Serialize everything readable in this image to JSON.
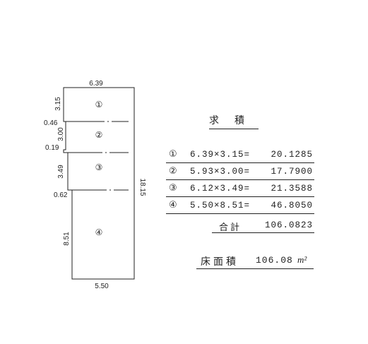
{
  "plan": {
    "dims": {
      "top_width": "6.39",
      "r1_height": "3.15",
      "r2_offset": "0.46",
      "r2_height": "3.00",
      "r3_offset": "0.19",
      "r3_height": "3.49",
      "r4_offset": "0.62",
      "r4_height": "8.51",
      "total_height": "18.15",
      "bottom_width": "5.50"
    },
    "rooms": [
      "①",
      "②",
      "③",
      "④"
    ]
  },
  "area": {
    "title": "求積",
    "rows": [
      {
        "circle": "①",
        "expr": "6.39×3.15=",
        "result": "20.1285"
      },
      {
        "circle": "②",
        "expr": "5.93×3.00=",
        "result": "17.7900"
      },
      {
        "circle": "③",
        "expr": "6.12×3.49=",
        "result": "21.3588"
      },
      {
        "circle": "④",
        "expr": "5.50×8.51=",
        "result": "46.8050"
      }
    ],
    "total_label": "合計",
    "total_value": "106.0823",
    "floor_label": "床面積",
    "floor_value": "106.08",
    "unit": "m²"
  }
}
